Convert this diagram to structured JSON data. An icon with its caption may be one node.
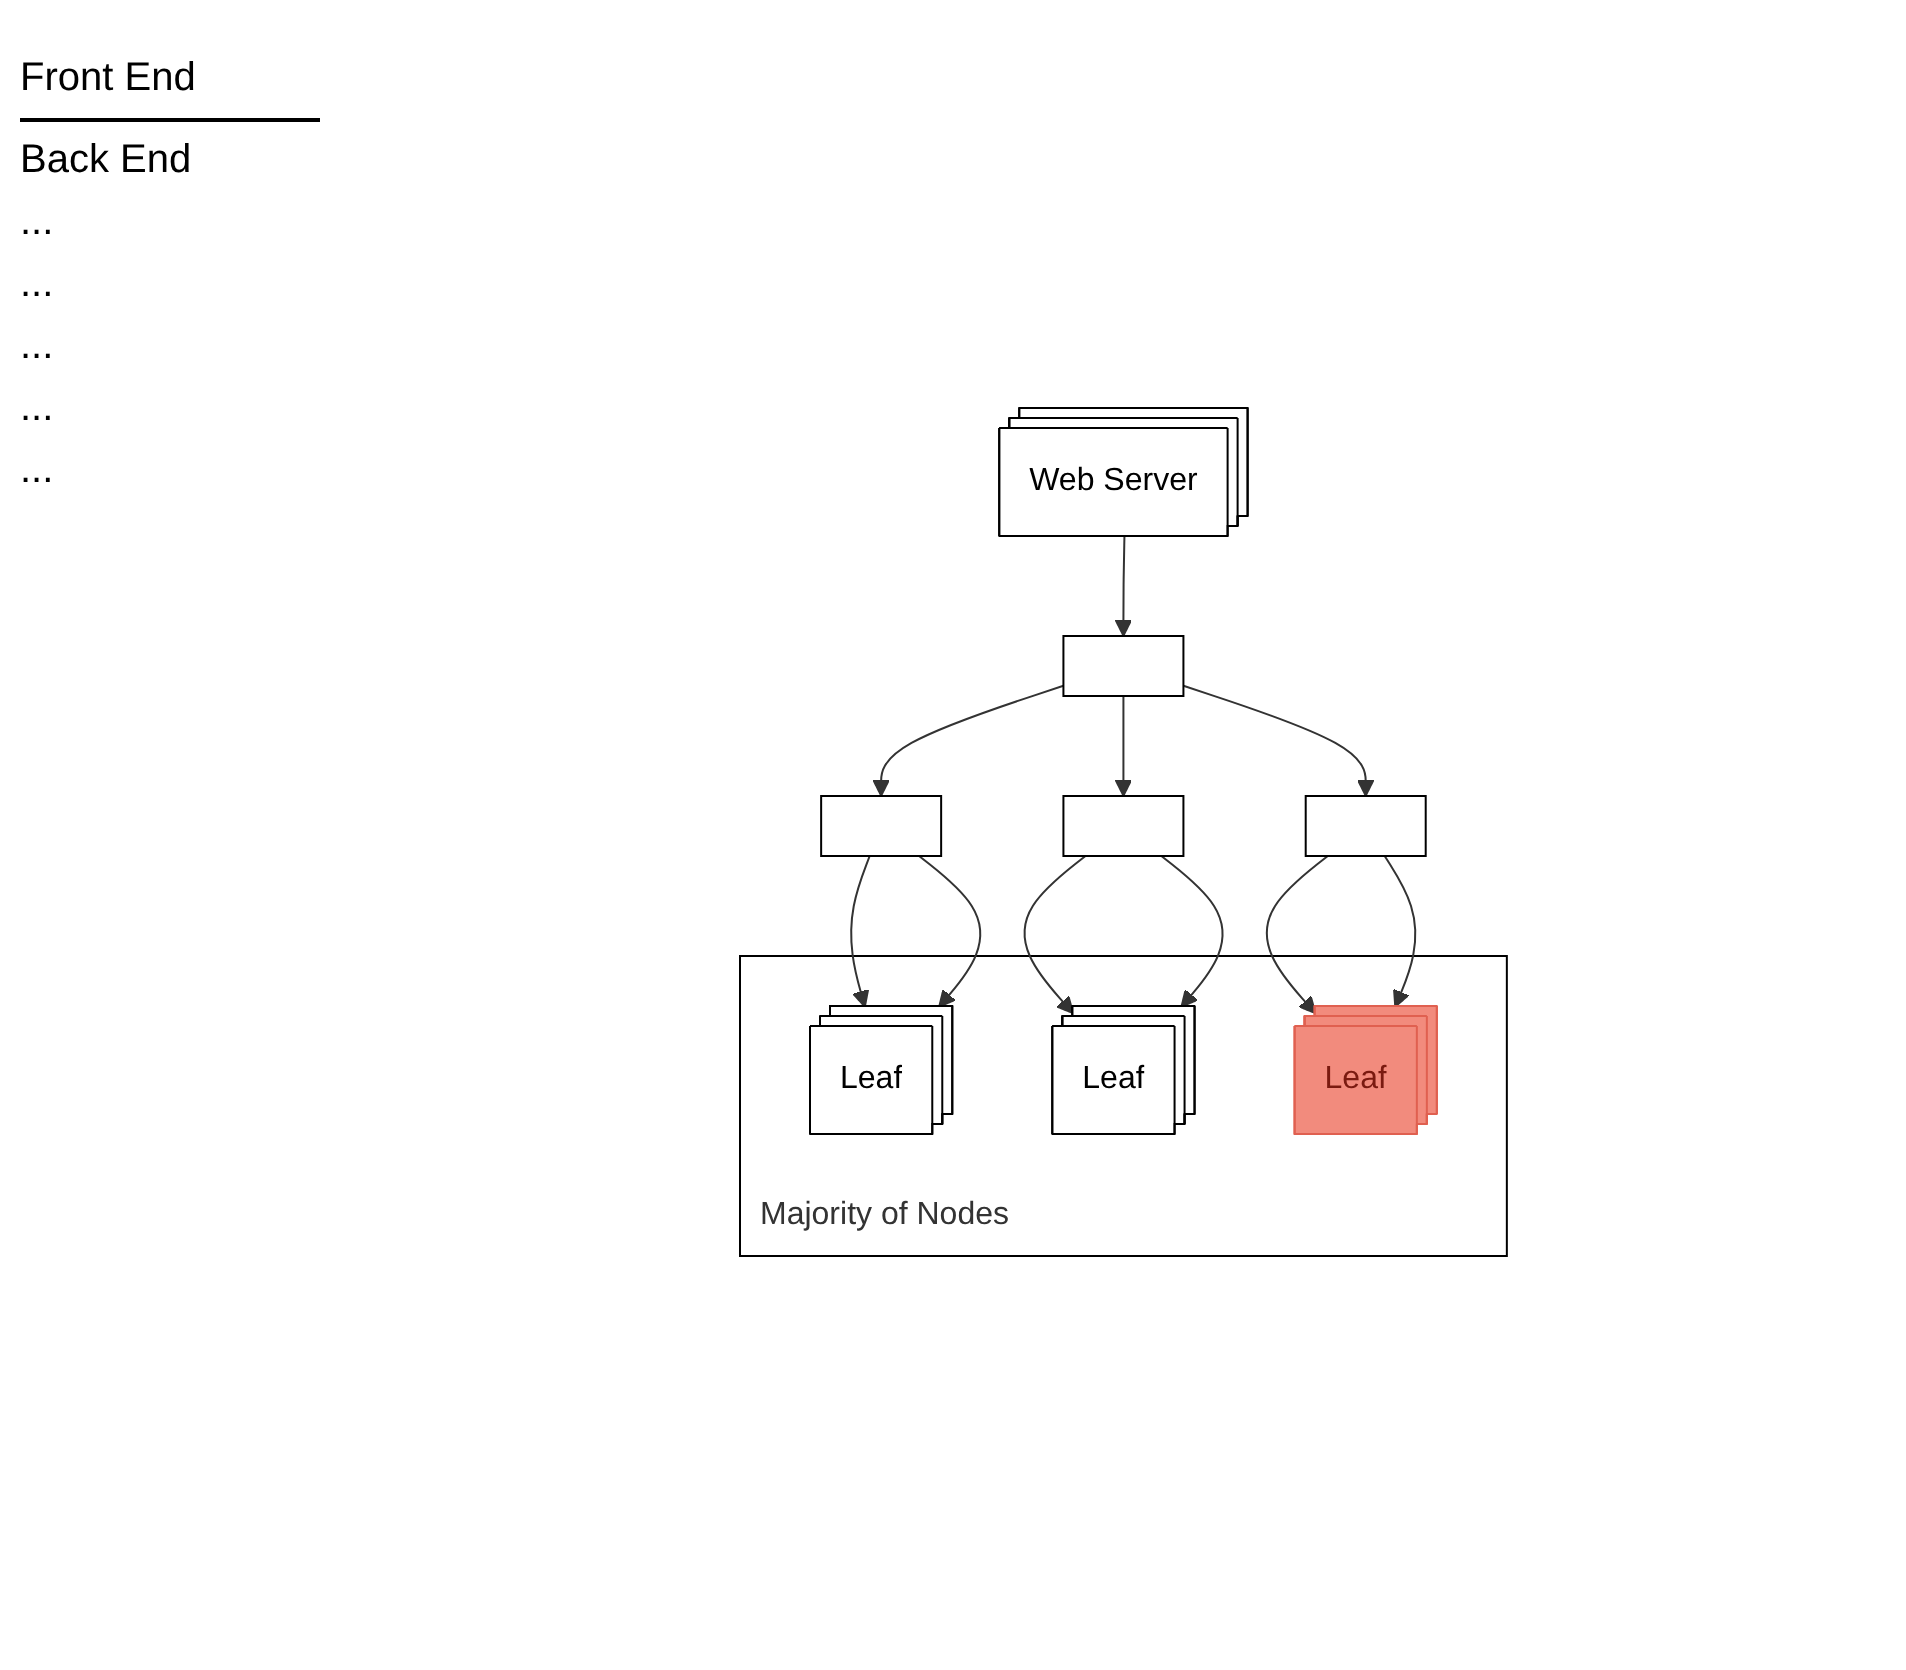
{
  "diagram": {
    "nodes": [
      {
        "text": [
          "Web Server"
        ]
      },
      {
        "text": [],
        "shape": "box"
      },
      {
        "text": [],
        "shape": "box"
      },
      {
        "text": [],
        "shape": "box"
      },
      {
        "text": [],
        "shape": "box"
      },
      {
        "text": [
          "Majority of Nodes"
        ]
      },
      {
        "text": [
          "Leaf"
        ],
        "in": 5
      },
      {
        "text": [
          "Leaf"
        ],
        "in": 5
      },
      {
        "text": [
          "Leaf"
        ],
        "in": 5
      }
    ],
    "edges": [
      {
        "from": 0,
        "to": 1,
        "arrow": "to"
      },
      {
        "from": 1,
        "to": 2,
        "arrow": "to"
      },
      {
        "from": 1,
        "to": 3,
        "arrow": "to"
      },
      {
        "from": 1,
        "to": 4,
        "arrow": "to"
      },
      {
        "from": 2,
        "to": 6,
        "arrow": "to"
      },
      {
        "from": 2,
        "to": 6,
        "arrow": "to"
      },
      {
        "from": 3,
        "to": 7,
        "arrow": "to"
      },
      {
        "from": 3,
        "to": 7,
        "arrow": "to"
      },
      {
        "from": 4,
        "to": 8,
        "arrow": "to"
      },
      {
        "from": 4,
        "to": 8,
        "arrow": "to"
      }
    ],
    "labels": [
      "Front End",
      "Back End",
      "...",
      "...",
      "...",
      "...",
      "..."
    ]
  }
}
